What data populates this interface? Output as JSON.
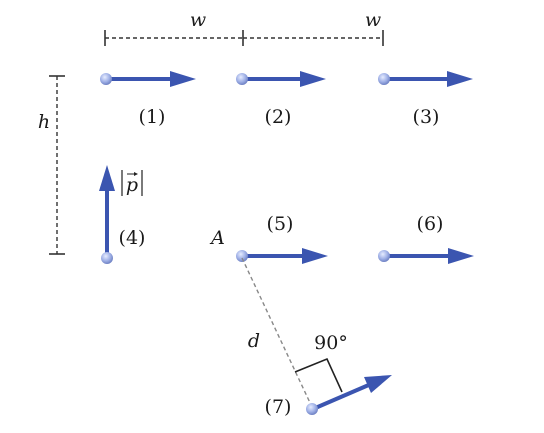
{
  "labels": {
    "w_top_left": "w",
    "w_top_right": "w",
    "h": "h",
    "d": "d",
    "A": "A",
    "angle": "90°",
    "p_magnitude": "p"
  },
  "momenta": [
    {
      "index": "(1)"
    },
    {
      "index": "(2)"
    },
    {
      "index": "(3)"
    },
    {
      "index": "(4)"
    },
    {
      "index": "(5)"
    },
    {
      "index": "(6)"
    },
    {
      "index": "(7)"
    }
  ],
  "colors": {
    "arrow": "#3b55b0",
    "particle": "#9fb0e6"
  }
}
